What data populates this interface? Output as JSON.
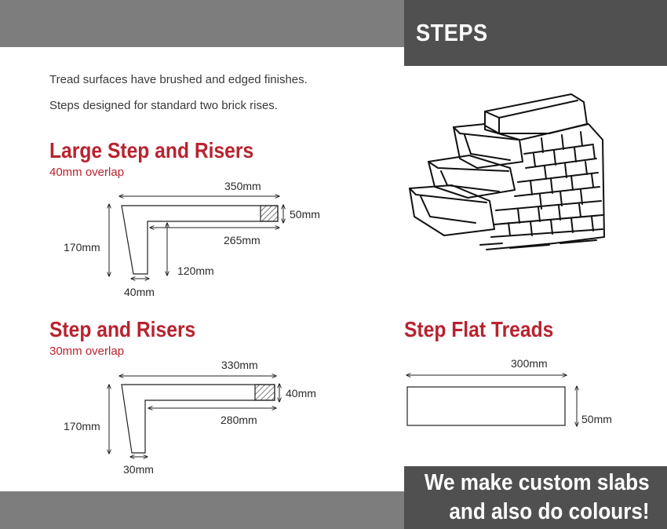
{
  "header": {
    "title": "STEPS"
  },
  "intro": {
    "line1": "Tread surfaces have brushed and edged finishes.",
    "line2": "Steps designed for standard two brick rises."
  },
  "large_step": {
    "title": "Large Step and Risers",
    "overlap": "40mm overlap",
    "dims": {
      "width": "350mm",
      "thickness": "50mm",
      "inner": "265mm",
      "height": "170mm",
      "riser_gap": "120mm",
      "riser": "40mm"
    }
  },
  "step": {
    "title": "Step and Risers",
    "overlap": "30mm overlap",
    "dims": {
      "width": "330mm",
      "thickness": "40mm",
      "inner": "280mm",
      "height": "170mm",
      "riser": "30mm"
    }
  },
  "flat": {
    "title": "Step Flat Treads",
    "dims": {
      "width": "300mm",
      "height": "50mm"
    }
  },
  "promo": {
    "line1": "We make custom slabs",
    "line2": "and also do colours!"
  },
  "colors": {
    "accent": "#b8232f",
    "dark_gray": "#505050",
    "mid_gray": "#7d7d7d"
  }
}
